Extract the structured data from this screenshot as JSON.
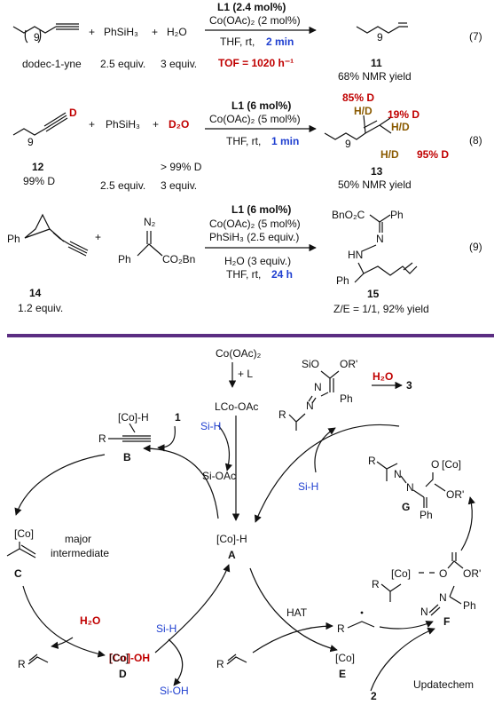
{
  "reaction7": {
    "catalyst": "L1 (2.4 mol%)",
    "cobalt": "Co(OAc)₂ (2 mol%)",
    "solvent": "THF, rt,",
    "time": "2 min",
    "tof": "TOF = 1020 h⁻¹",
    "reagent1": "PhSiH₃",
    "reagent2": "H₂O",
    "plus": "+",
    "substrate_label": "dodec-1-yne",
    "equiv1": "2.5 equiv.",
    "equiv2": "3 equiv.",
    "product_number": "11",
    "yield": "68% NMR yield",
    "chain": "9",
    "number": "(7)"
  },
  "reaction8": {
    "catalyst": "L1 (6 mol%)",
    "cobalt": "Co(OAc)₂ (5 mol%)",
    "solvent": "THF, rt,",
    "time": "1 min",
    "reagent1": "PhSiH₃",
    "reagent2": "D₂O",
    "plus": "+",
    "substrate_number": "12",
    "substrate_d": "99% D",
    "equiv1": "2.5 equiv.",
    "equiv2": "3 equiv.",
    "d2o_purity": "> 99% D",
    "product_number": "13",
    "yield": "50% NMR yield",
    "d_label_1": "85% D",
    "d_label_2": "19% D",
    "d_label_3": "95% D",
    "hd": "H/D",
    "d": "D",
    "chain": "9",
    "number": "(8)"
  },
  "reaction9": {
    "catalyst": "L1 (6 mol%)",
    "cobalt": "Co(OAc)₂ (5 mol%)",
    "silane": "PhSiH₃ (2.5 equiv.)",
    "water": "H₂O (3 equiv.)",
    "solvent": "THF, rt,",
    "time": "24 h",
    "plus": "+",
    "substrate_number": "14",
    "substrate_equiv": "1.2 equiv.",
    "product_number": "15",
    "yield": "Z/E = 1/1, 92% yield",
    "number": "(9)",
    "ph": "Ph",
    "n2": "N₂",
    "co2bn": "CO₂Bn",
    "bno2c": "BnO₂C",
    "hn": "HN",
    "n": "N"
  },
  "mechanism": {
    "co_oac2": "Co(OAc)₂",
    "plus_l": "+ L",
    "lco_oac": "LCo-OAc",
    "si_h": "Si-H",
    "si_oac": "Si-OAc",
    "si_oh": "Si-OH",
    "co_h": "[Co]-H",
    "label_a": "A",
    "label_b": "B",
    "label_c": "C",
    "label_d": "D",
    "label_e": "E",
    "label_f": "F",
    "label_g": "G",
    "co": "[Co]",
    "co_oh": "[Co]-OH",
    "h2o": "H₂O",
    "hat": "HAT",
    "major": "major",
    "intermediate": "intermediate",
    "one": "1",
    "two": "2",
    "three": "3",
    "r": "R",
    "ph": "Ph",
    "sio": "SiO",
    "or_prime": "OR'",
    "o_co": "O",
    "n": "N",
    "watermark": "Updatechem"
  },
  "colors": {
    "accent_red": "#c00000",
    "accent_blue": "#1f3fd0",
    "divider": "#5b2d82"
  }
}
